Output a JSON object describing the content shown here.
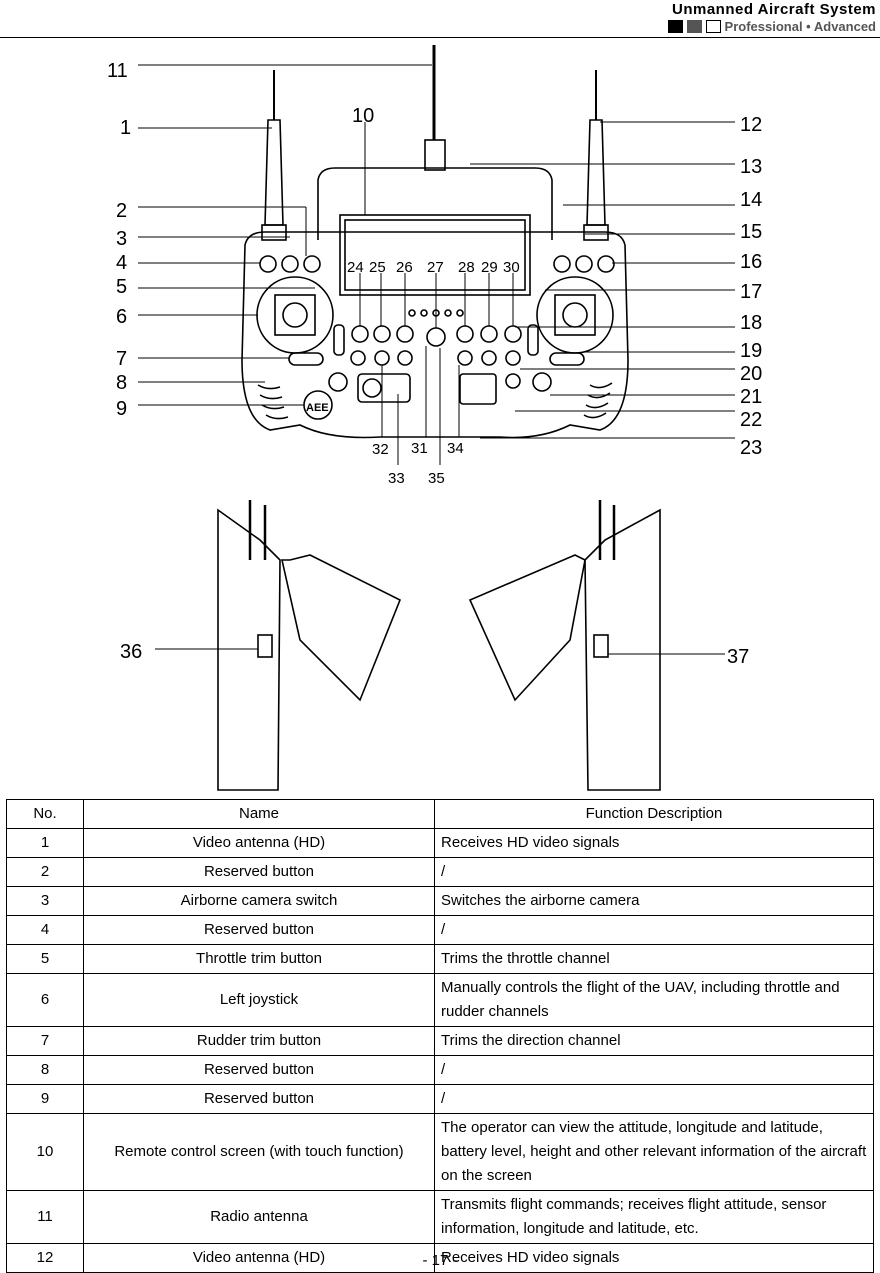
{
  "header": {
    "title": "Unmanned Aircraft System",
    "subtitle": "Professional • Advanced"
  },
  "figure": {
    "front_callouts": [
      "11",
      "1",
      "10",
      "12",
      "13",
      "2",
      "14",
      "3",
      "15",
      "4",
      "16",
      "5",
      "17",
      "6",
      "18",
      "7",
      "19",
      "8",
      "20",
      "9",
      "21",
      "22",
      "23",
      "24",
      "25",
      "26",
      "27",
      "28",
      "29",
      "30",
      "31",
      "32",
      "33",
      "34",
      "35"
    ],
    "side_callouts": [
      "36",
      "37"
    ],
    "device_label": "AEE"
  },
  "table": {
    "headers": [
      "No.",
      "Name",
      "Function Description"
    ],
    "rows": [
      {
        "no": "1",
        "name": "Video antenna (HD)",
        "desc": "Receives HD video signals"
      },
      {
        "no": "2",
        "name": "Reserved button",
        "desc": "/"
      },
      {
        "no": "3",
        "name": "Airborne camera switch",
        "desc": "Switches the airborne camera"
      },
      {
        "no": "4",
        "name": "Reserved button",
        "desc": "/"
      },
      {
        "no": "5",
        "name": "Throttle trim button",
        "desc": "Trims the throttle channel"
      },
      {
        "no": "6",
        "name": "Left joystick",
        "desc": "Manually controls the flight of the UAV, including throttle and rudder channels"
      },
      {
        "no": "7",
        "name": "Rudder trim button",
        "desc": "Trims the direction channel"
      },
      {
        "no": "8",
        "name": "Reserved button",
        "desc": "/"
      },
      {
        "no": "9",
        "name": "Reserved button",
        "desc": "/"
      },
      {
        "no": "10",
        "name": "Remote control screen (with touch function)",
        "desc": "The operator can view the attitude, longitude and latitude, battery level, height and other relevant information of the aircraft on the screen"
      },
      {
        "no": "11",
        "name": "Radio antenna",
        "desc": "Transmits flight commands; receives flight attitude, sensor information, longitude and latitude, etc."
      },
      {
        "no": "12",
        "name": "Video antenna (HD)",
        "desc": "Receives HD video signals"
      }
    ]
  },
  "footer": {
    "page": "- 17 -"
  }
}
